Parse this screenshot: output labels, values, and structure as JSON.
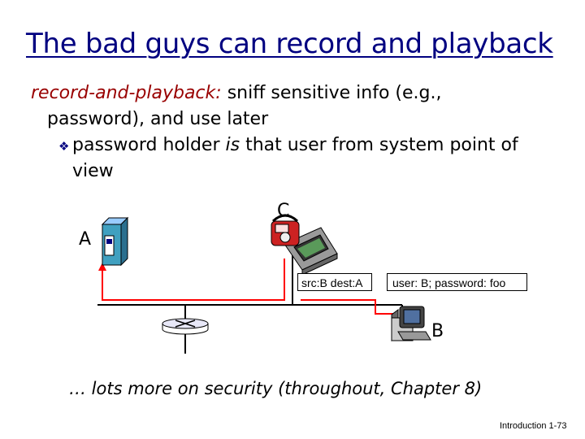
{
  "title": "The bad guys can record and playback",
  "body": {
    "term": "record-and-playback",
    "term_colon": ":",
    "line1_rest": " sniff sensitive info (e.g.,",
    "line2": "password), and use later",
    "bullet_part1": "password holder ",
    "bullet_emph": "is",
    "bullet_part2": " that user from system point of",
    "bullet_line2": "view"
  },
  "diagram": {
    "node_a": "A",
    "node_b": "B",
    "node_c": "C",
    "packet_header": "src:B dest:A",
    "packet_payload": "user: B; password: foo"
  },
  "footer": "… lots more on security (throughout, Chapter 8)",
  "page_number": "Introduction 1-73",
  "colors": {
    "title": "#000080",
    "term": "#990000",
    "path": "#ff0000"
  }
}
